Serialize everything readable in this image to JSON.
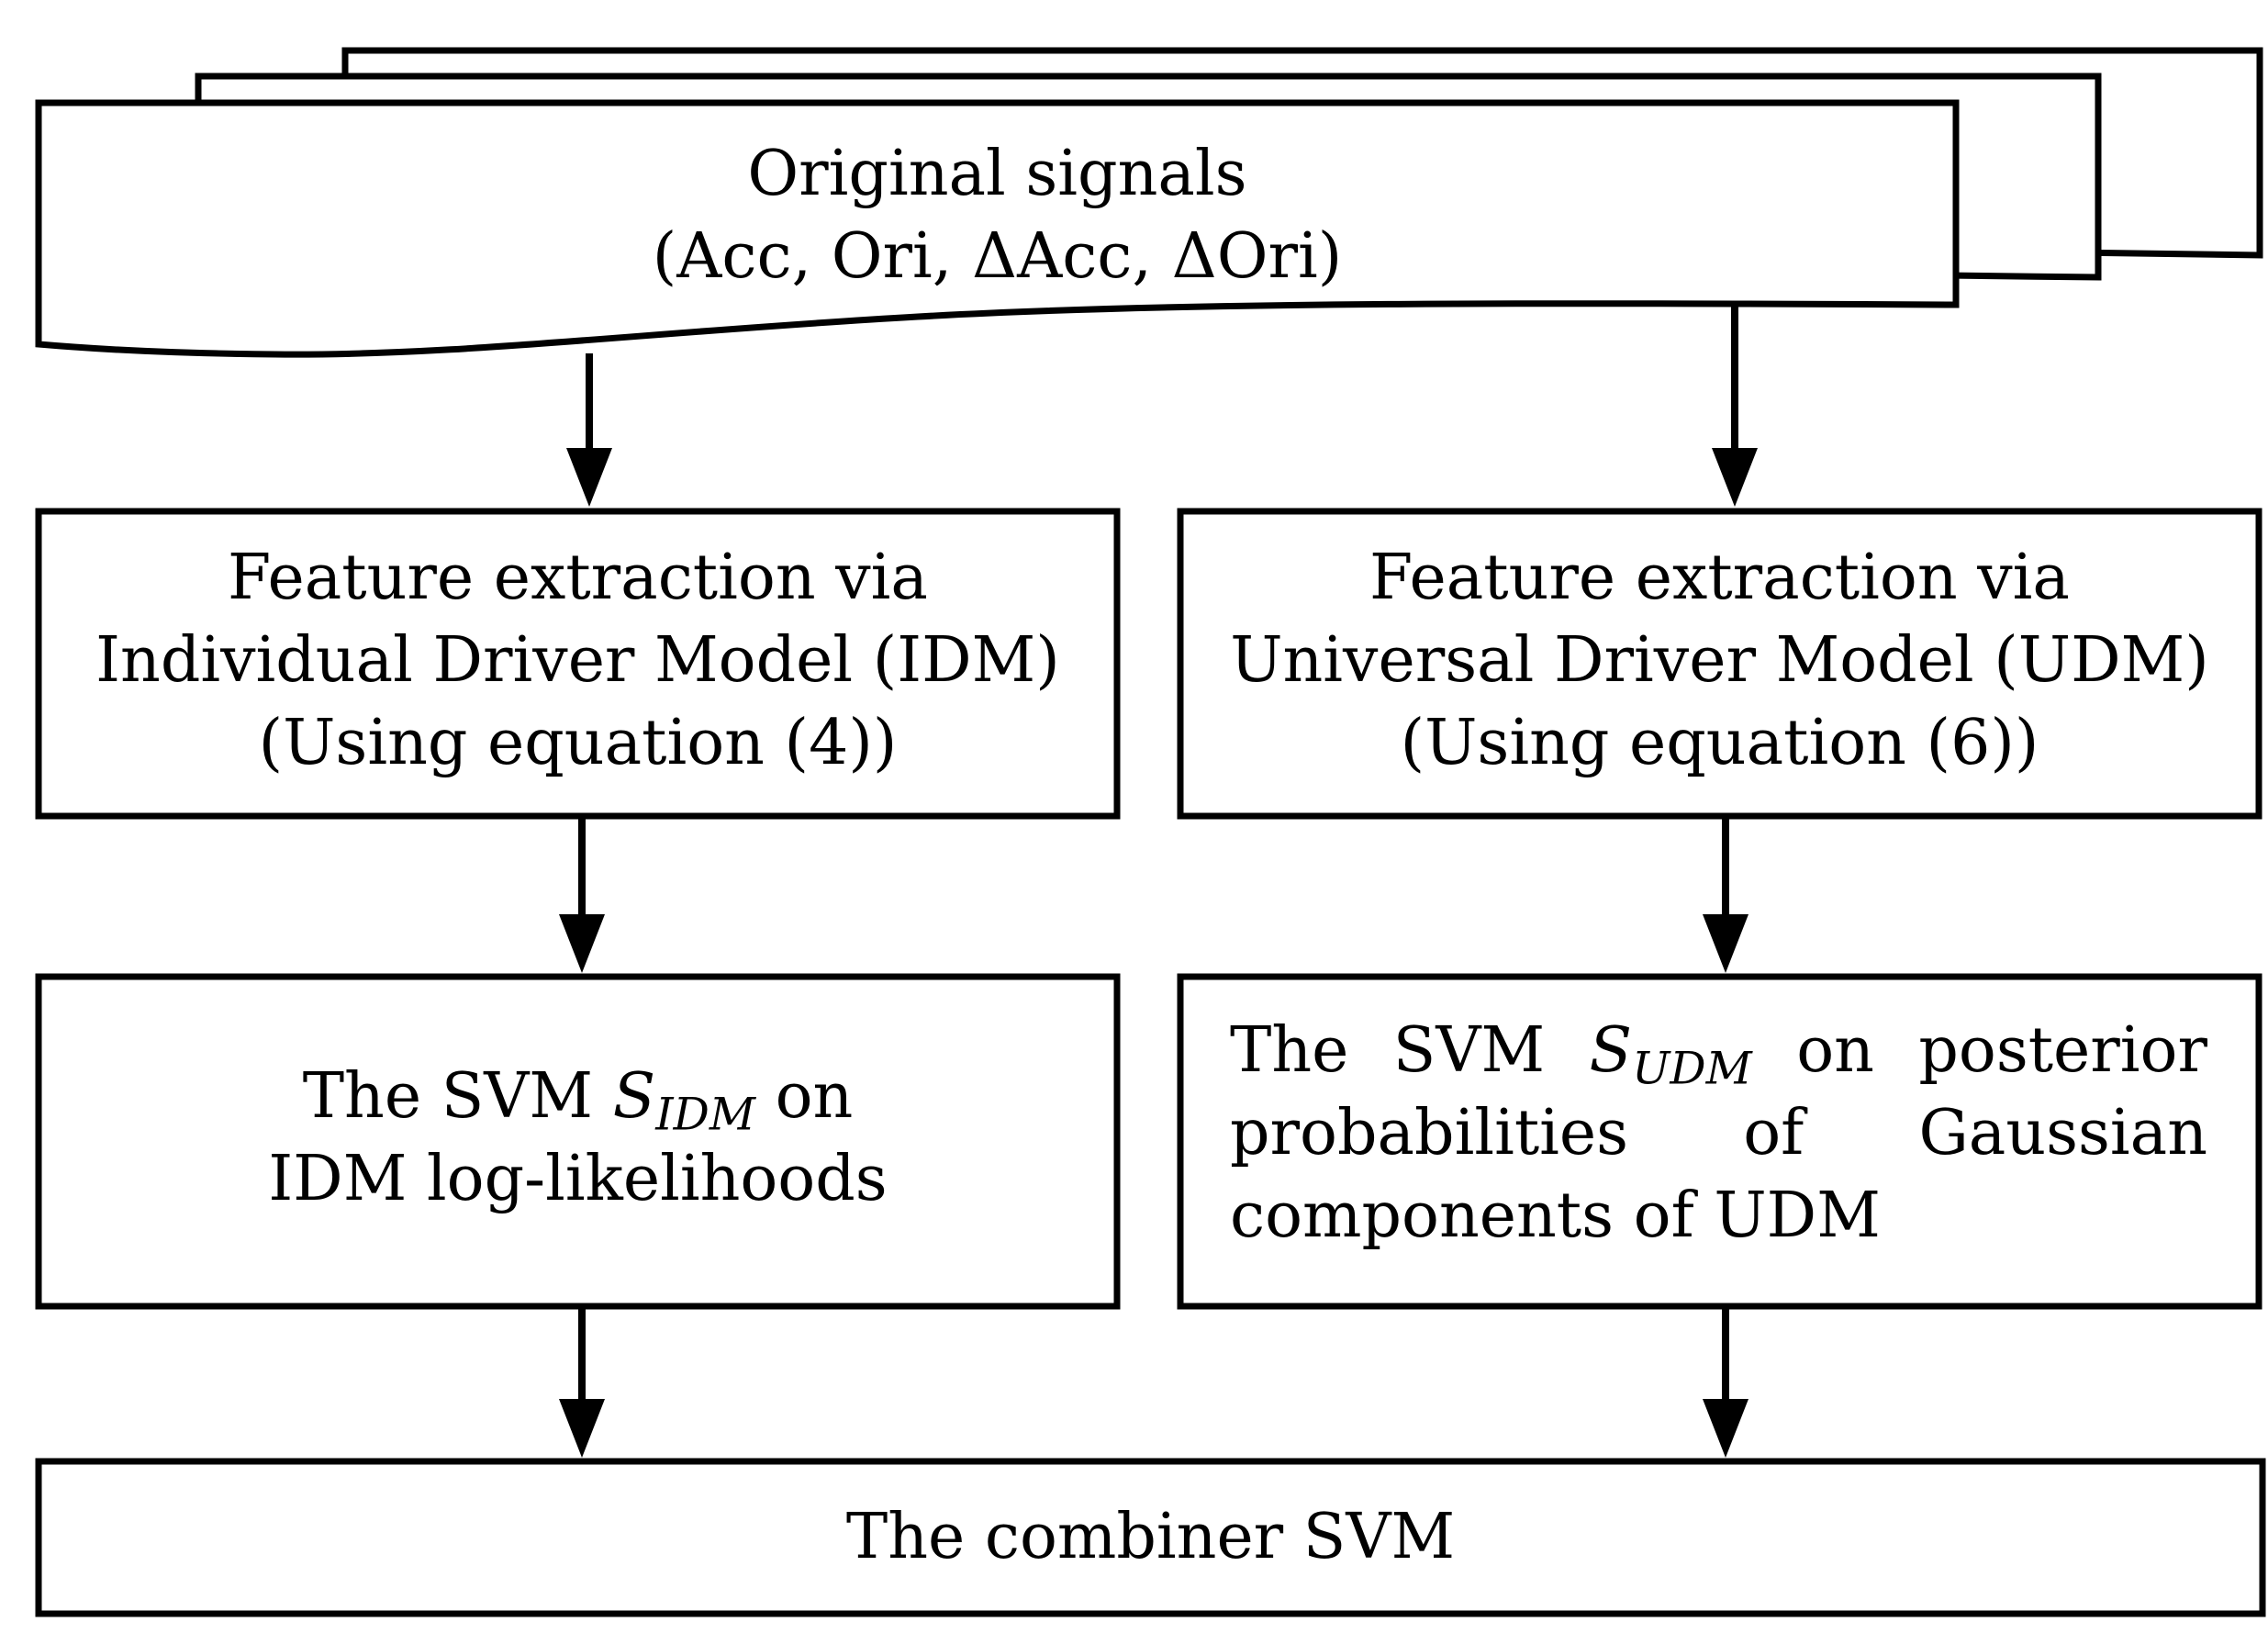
{
  "diagram": {
    "source": {
      "line1": "Original signals",
      "line2": "(Acc, Ori, ΔAcc, ΔOri)"
    },
    "idm_box": {
      "line1": "Feature extraction via",
      "line2": "Individual Driver Model (IDM)",
      "line3": "(Using equation (4))"
    },
    "udm_box": {
      "line1": "Feature extraction via",
      "line2": "Universal Driver Model (UDM)",
      "line3": "(Using equation (6))"
    },
    "svm_idm": {
      "prefix": "The SVM ",
      "symbol": "S",
      "subscript": "IDM",
      "suffix": " on",
      "line2": "IDM log-likelihoods"
    },
    "svm_udm": {
      "prefix": "The SVM ",
      "symbol": "S",
      "subscript": "UDM",
      "suffix": " on posterior",
      "line2": "probabilities of Gaussian",
      "line3": "components of UDM"
    },
    "combiner": {
      "label": "The combiner SVM"
    }
  }
}
